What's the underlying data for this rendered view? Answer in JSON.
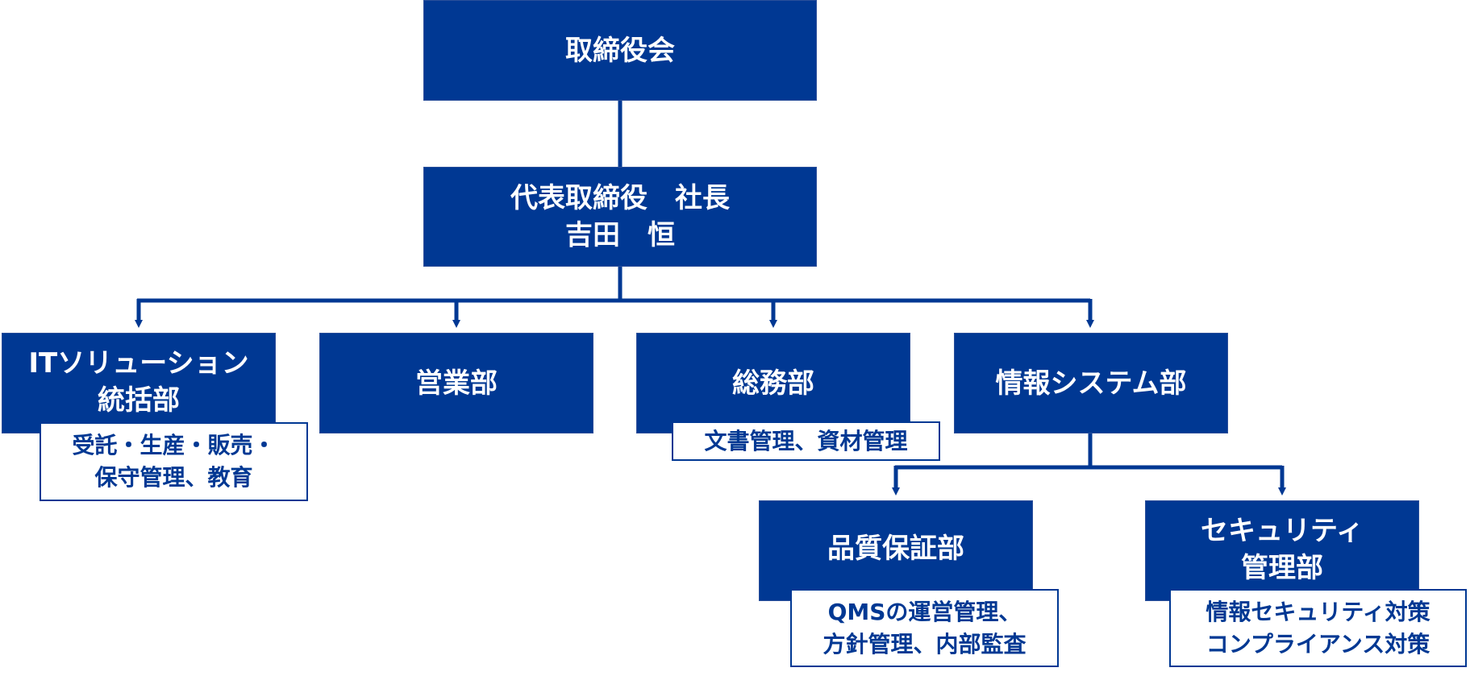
{
  "org": {
    "board": "取締役会",
    "president": {
      "line1": "代表取締役　社長",
      "line2": "吉田　恒"
    },
    "departments": {
      "it_solution": {
        "line1": "ITソリューション",
        "line2": "統括部"
      },
      "sales": "営業部",
      "general_affairs": "総務部",
      "info_systems": "情報システム部",
      "quality_assurance": "品質保証部",
      "security": {
        "line1": "セキュリティ",
        "line2": "管理部"
      }
    },
    "notes": {
      "it_solution": {
        "line1": "受託・生産・販売・",
        "line2": "保守管理、教育"
      },
      "general_affairs": "文書管理、資材管理",
      "quality_assurance": {
        "line1": "QMSの運営管理、",
        "line2": "方針管理、内部監査"
      },
      "security": {
        "line1": "情報セキュリティ対策",
        "line2": "コンプライアンス対策"
      }
    }
  },
  "colors": {
    "box_fill": "#003893",
    "line": "#003893",
    "note_text": "#003893",
    "box_text": "#ffffff"
  }
}
